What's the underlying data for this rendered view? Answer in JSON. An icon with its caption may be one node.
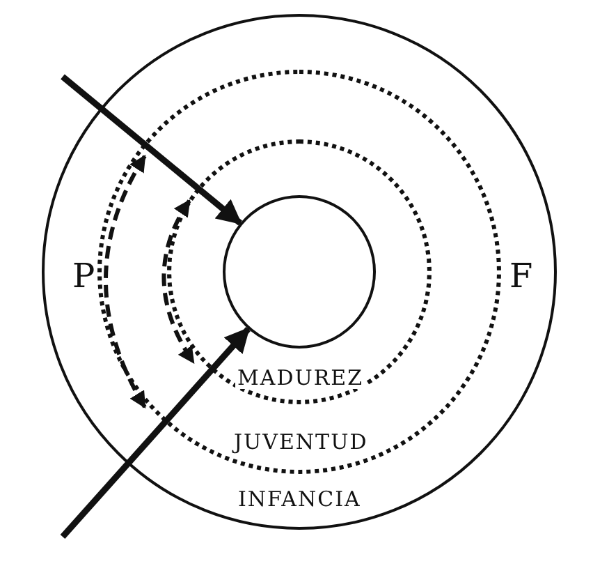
{
  "diagram": {
    "nodes": [
      {
        "text": [
          "INFANCIA"
        ]
      },
      {
        "text": [
          "JUVENTUD"
        ],
        "in": 0
      },
      {
        "text": [
          "MADUREZ"
        ],
        "in": 1
      },
      {
        "text": [],
        "shape": "circle",
        "in": 2
      }
    ],
    "edges": [
      {
        "from": null,
        "to": 3,
        "arrow": "to"
      },
      {
        "from": null,
        "to": 3,
        "arrow": "to"
      }
    ],
    "labels": [
      "P",
      "F"
    ]
  }
}
